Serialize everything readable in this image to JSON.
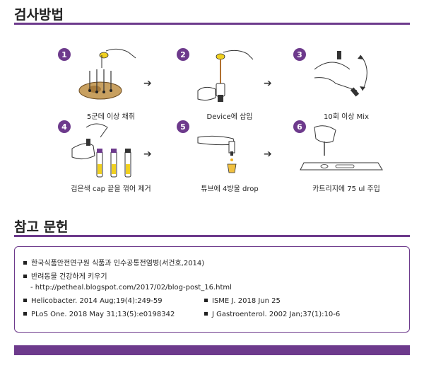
{
  "method": {
    "title": "검사방법",
    "steps": [
      {
        "num": "1",
        "caption": "5군데 이상 채취"
      },
      {
        "num": "2",
        "caption": "Device에 삽입"
      },
      {
        "num": "3",
        "caption": "10회 이상 Mix"
      },
      {
        "num": "4",
        "caption": "검은색 cap 끝을 꺾어 제거"
      },
      {
        "num": "5",
        "caption": "튜브에 4방울 drop"
      },
      {
        "num": "6",
        "caption": "카트리지에 75 ul 주입"
      }
    ],
    "arrow": "➔"
  },
  "references": {
    "title": "참고 문헌",
    "items": [
      "한국식품안전연구원 식품과 인수공통전염병(서건호,2014)",
      "반려동물 건강하게 키우기",
      "- http://petheal.blogspot.com/2017/02/blog-post_16.html",
      "Helicobacter. 2014 Aug;19(4):249-59",
      "PLoS One. 2018 May 31;13(5):e0198342",
      "ISME J. 2018 Jun 25",
      "J Gastroenterol. 2002 Jan;37(1):10-6"
    ]
  },
  "colors": {
    "accent": "#6d3a8c",
    "swab_tip": "#f0d020",
    "sample": "#c8a060"
  }
}
